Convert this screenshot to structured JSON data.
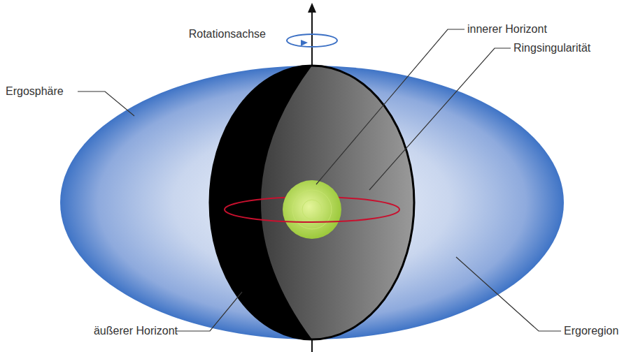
{
  "diagram": {
    "labels": [
      "Rotationsachse",
      "innerer Horizont",
      "Ringsingularität",
      "Ergosphäre",
      "äußerer Horizont",
      "Ergoregion"
    ]
  }
}
